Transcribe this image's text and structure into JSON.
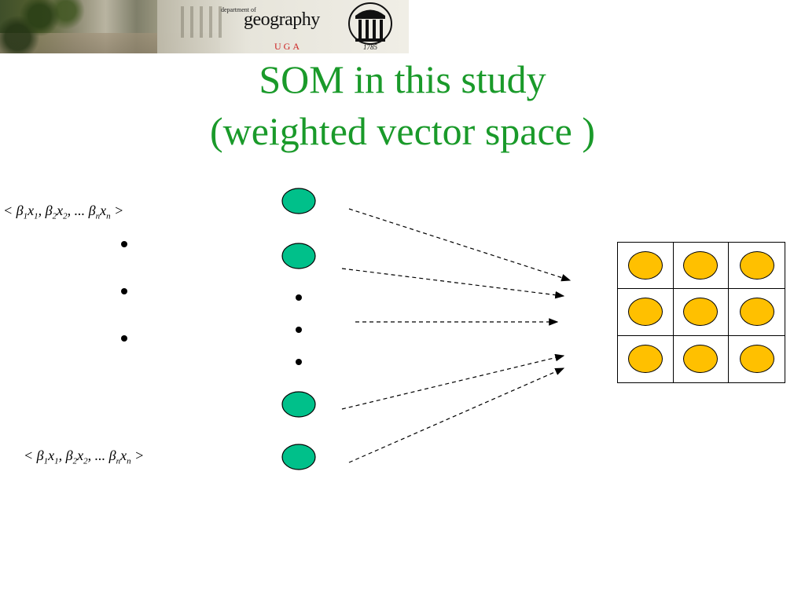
{
  "header": {
    "dept_prefix": "department of",
    "dept_name": "geography",
    "uga": "UGA",
    "year": "1785"
  },
  "title": {
    "line1": "SOM in this study",
    "line2": "(weighted vector space )"
  },
  "input_vector": {
    "open": "<",
    "term1": "β",
    "sub1a": "1",
    "var1": "x",
    "sub1b": "1",
    "term2": "β",
    "sub2a": "2",
    "var2": "x",
    "sub2b": "2",
    "dots": "...",
    "termn": "β",
    "subna": "n",
    "varn": "x",
    "subnb": "n",
    "close": ">"
  },
  "colors": {
    "title": "#1a9a2a",
    "input_node": "#00c08a",
    "output_node": "#ffc000",
    "uga": "#cc2020"
  },
  "icons": [
    "arch-logo-icon",
    "input-node",
    "output-node",
    "dashed-arrow"
  ]
}
